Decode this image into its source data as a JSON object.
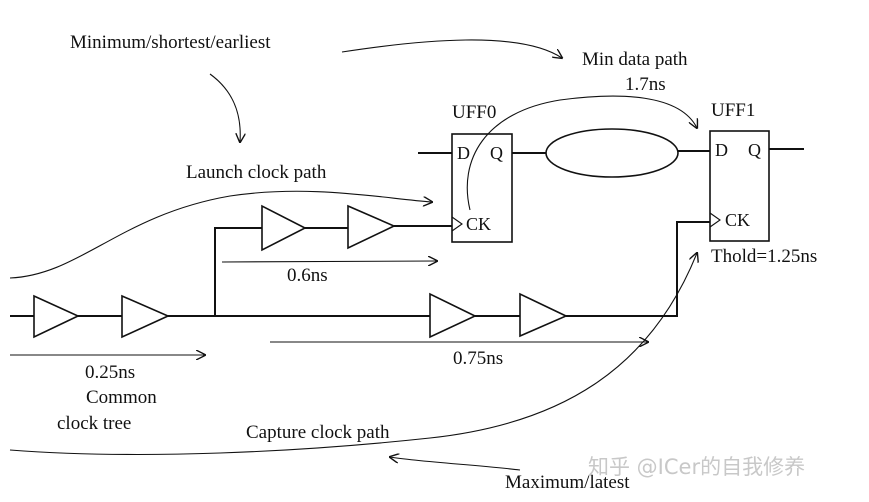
{
  "labels": {
    "min_shortest_earliest": "Minimum/shortest/earliest",
    "min_data_path": "Min data path",
    "min_data_delay": "1.7ns",
    "launch_clock_path": "Launch clock path",
    "launch_delay": "0.6ns",
    "common_delay": "0.25ns",
    "common_clock_tree_line1": "Common",
    "common_clock_tree_line2": "clock tree",
    "capture_delay": "0.75ns",
    "capture_clock_path": "Capture clock path",
    "max_latest": "Maximum/latest",
    "thold": "Thold=1.25ns"
  },
  "flops": [
    {
      "name": "UFF0",
      "pin_d": "D",
      "pin_q": "Q",
      "pin_ck": "CK"
    },
    {
      "name": "UFF1",
      "pin_d": "D",
      "pin_q": "Q",
      "pin_ck": "CK"
    }
  ],
  "watermark": "知乎 @ICer的自我修养"
}
